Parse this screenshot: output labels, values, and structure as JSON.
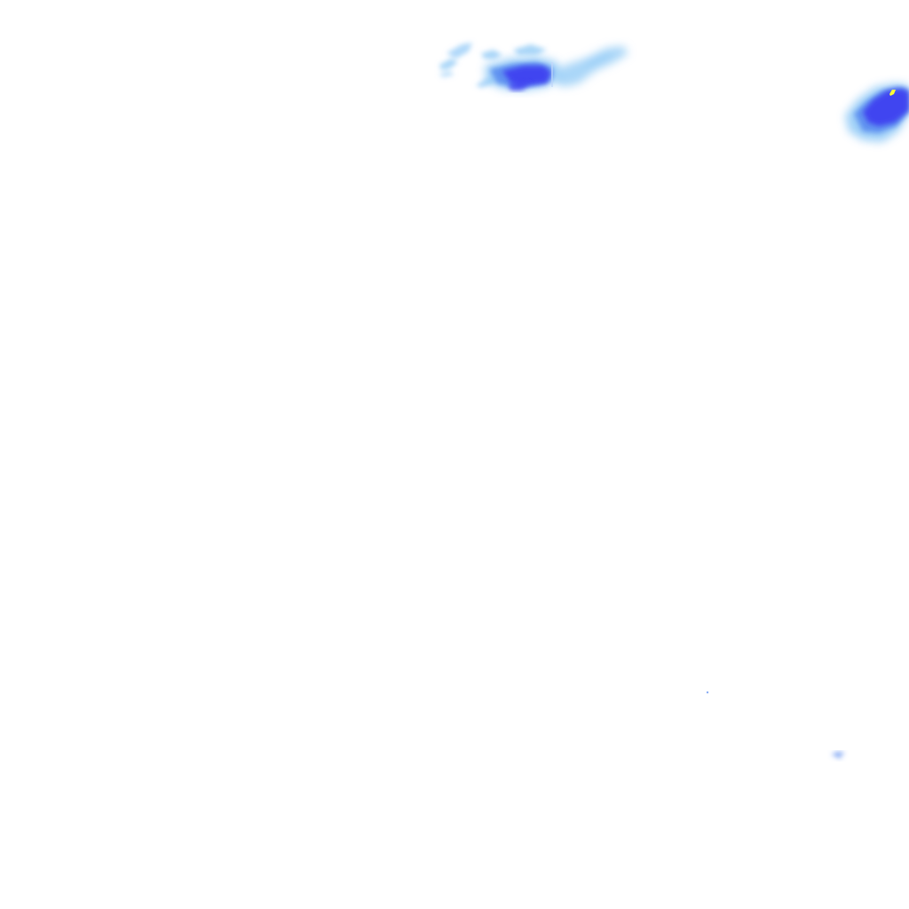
{
  "map": {
    "type": "precipitation-radar-overlay",
    "background": "#ffffff",
    "palette": {
      "light": "#8ec8f6",
      "medium": "#5a8cf0",
      "heavy": "#3d3df0",
      "intense": "#ffff33"
    },
    "cells": [
      {
        "name": "radar-cell-north-band-west-fragments",
        "intensity": "light"
      },
      {
        "name": "radar-cell-north-band-core",
        "intensity": "heavy"
      },
      {
        "name": "radar-cell-north-band-east-tail",
        "intensity": "light"
      },
      {
        "name": "radar-cell-northeast-storm",
        "intensity": "heavy"
      },
      {
        "name": "radar-cell-northeast-storm-peak",
        "intensity": "intense"
      },
      {
        "name": "radar-cell-southeast-speck",
        "intensity": "medium"
      },
      {
        "name": "radar-cell-tiny-dot",
        "intensity": "medium"
      }
    ]
  }
}
